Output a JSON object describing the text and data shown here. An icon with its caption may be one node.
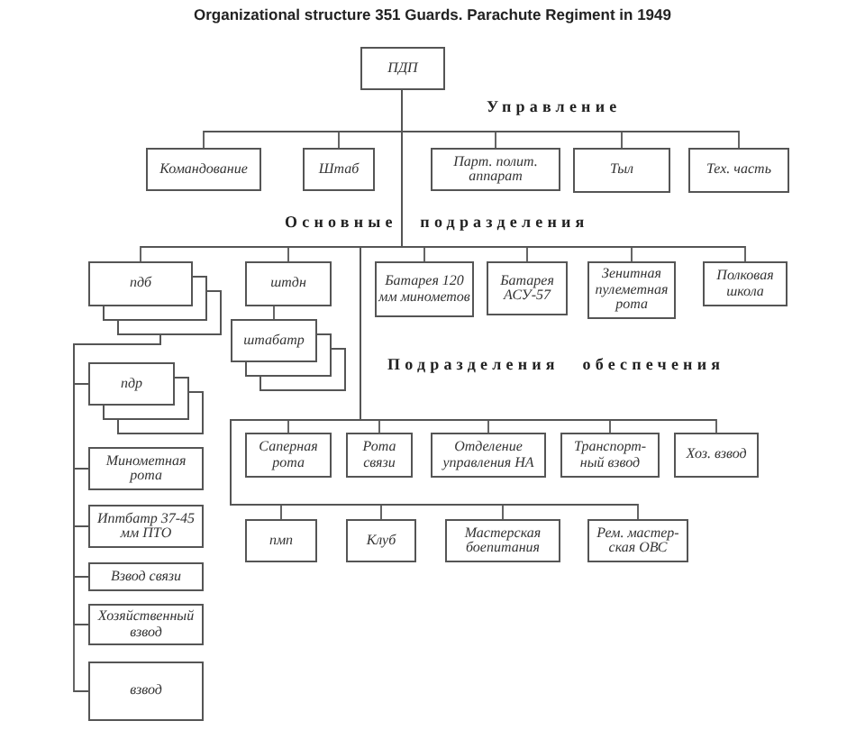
{
  "diagram": {
    "title": "Organizational structure 351 Guards. Parachute Regiment in 1949",
    "nodes": [
      {
        "text": [
          "ПДП"
        ]
      },
      {
        "text": [
          "Командование"
        ]
      },
      {
        "text": [
          "Штаб"
        ]
      },
      {
        "text": [
          "Парт. полит. аппарат"
        ]
      },
      {
        "text": [
          "Тыл"
        ]
      },
      {
        "text": [
          "Тех. часть"
        ]
      },
      {
        "text": [
          "пдб"
        ]
      },
      {
        "text": [
          "штдн"
        ]
      },
      {
        "text": [
          "Батарея 120 мм минометов"
        ]
      },
      {
        "text": [
          "Батарея АСУ-57"
        ]
      },
      {
        "text": [
          "Зенитная пулеметная рота"
        ]
      },
      {
        "text": [
          "Полковая школа"
        ]
      },
      {
        "text": [
          "штабатр"
        ]
      },
      {
        "text": [
          "Саперная рота"
        ]
      },
      {
        "text": [
          "Рота связи"
        ]
      },
      {
        "text": [
          "Отделение управления НА"
        ]
      },
      {
        "text": [
          "Транспорт-ный взвод"
        ]
      },
      {
        "text": [
          "Хоз. взвод"
        ]
      },
      {
        "text": [
          "пмп"
        ]
      },
      {
        "text": [
          "Клуб"
        ]
      },
      {
        "text": [
          "Мастерская боепитания"
        ]
      },
      {
        "text": [
          "Рем. мастер-ская ОВС"
        ]
      },
      {
        "text": [
          "пдр"
        ]
      },
      {
        "text": [
          "Минометная рота"
        ]
      },
      {
        "text": [
          "Иптбатр 37-45 мм ПТО"
        ]
      },
      {
        "text": [
          "Взвод связи"
        ]
      },
      {
        "text": [
          "Хозяйственный взвод"
        ]
      },
      {
        "text": [
          "взвод"
        ]
      }
    ],
    "edges": [
      {
        "from": 0,
        "to": 1,
        "arrow": "none"
      },
      {
        "from": 0,
        "to": 2,
        "arrow": "none"
      },
      {
        "from": 0,
        "to": 3,
        "arrow": "none"
      },
      {
        "from": 0,
        "to": 4,
        "arrow": "none"
      },
      {
        "from": 0,
        "to": 5,
        "arrow": "none"
      },
      {
        "from": 0,
        "to": 6,
        "arrow": "none"
      },
      {
        "from": 0,
        "to": 7,
        "arrow": "none"
      },
      {
        "from": 0,
        "to": 8,
        "arrow": "none"
      },
      {
        "from": 0,
        "to": 9,
        "arrow": "none"
      },
      {
        "from": 0,
        "to": 10,
        "arrow": "none"
      },
      {
        "from": 0,
        "to": 11,
        "arrow": "none"
      },
      {
        "from": 7,
        "to": 12,
        "arrow": "none"
      },
      {
        "from": 0,
        "to": 13,
        "arrow": "none"
      },
      {
        "from": 0,
        "to": 14,
        "arrow": "none"
      },
      {
        "from": 0,
        "to": 15,
        "arrow": "none"
      },
      {
        "from": 0,
        "to": 16,
        "arrow": "none"
      },
      {
        "from": 0,
        "to": 17,
        "arrow": "none"
      },
      {
        "from": 0,
        "to": 18,
        "arrow": "none"
      },
      {
        "from": 0,
        "to": 19,
        "arrow": "none"
      },
      {
        "from": 0,
        "to": 20,
        "arrow": "none"
      },
      {
        "from": 0,
        "to": 21,
        "arrow": "none"
      },
      {
        "from": 6,
        "to": 22,
        "arrow": "none"
      },
      {
        "from": 6,
        "to": 23,
        "arrow": "none"
      },
      {
        "from": 6,
        "to": 24,
        "arrow": "none"
      },
      {
        "from": 6,
        "to": 25,
        "arrow": "none"
      },
      {
        "from": 6,
        "to": 26,
        "arrow": "none"
      },
      {
        "from": 6,
        "to": 27,
        "arrow": "none"
      }
    ],
    "labels": [
      "Управление",
      "Основные подразделения",
      "Подразделения обеспечения"
    ]
  }
}
